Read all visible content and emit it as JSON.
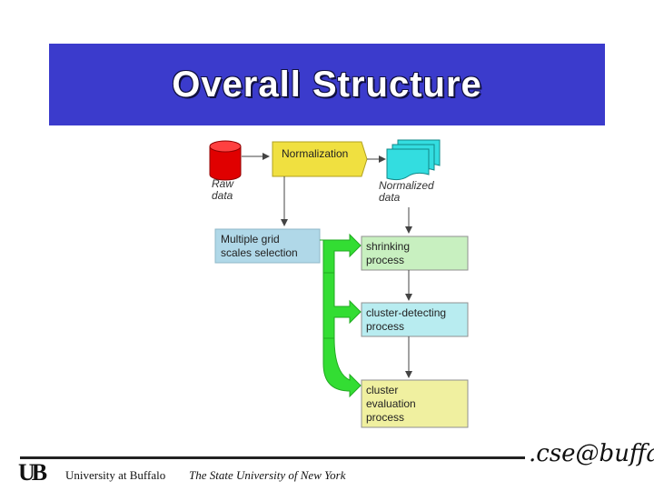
{
  "title": "Overall Structure",
  "diagram": {
    "raw_label_1": "Raw",
    "raw_label_2": "data",
    "normalization": "Normalization",
    "normalized_label_1": "Normalized",
    "normalized_label_2": "data",
    "grid_1": "Multiple grid",
    "grid_2": "scales selection",
    "shrinking_1": "shrinking",
    "shrinking_2": "process",
    "cluster_detect_1": "cluster-detecting",
    "cluster_detect_2": "process",
    "cluster_eval_1": "cluster",
    "cluster_eval_2": "evaluation",
    "cluster_eval_3": "process"
  },
  "footer": {
    "logo": "UB",
    "university": "University at Buffalo",
    "tagline": "The State University of New York",
    "cse_logo": ".cse@buffalo"
  },
  "colors": {
    "title_bg": "#3b3bcc",
    "cylinder": "#e00000",
    "normalization_box": "#f0e040",
    "normalized_docs": "#33dde0",
    "grid_box": "#b0d8e8",
    "shrink_box": "#c8f0c0",
    "detect_box": "#b8ecf0",
    "eval_box": "#f0f0a0",
    "green_arrow": "#33dd33"
  }
}
